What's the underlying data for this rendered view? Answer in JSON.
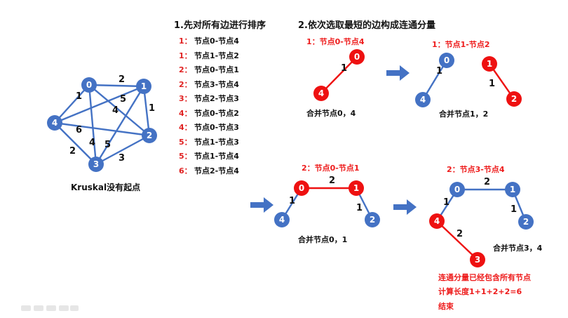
{
  "colors": {
    "blue": "#4472c4",
    "red": "#ee1111",
    "text": "#111111"
  },
  "main_graph": {
    "caption": "Kruskal没有起点",
    "nodes": [
      "0",
      "1",
      "2",
      "3",
      "4"
    ],
    "edge_weights": [
      "2",
      "1",
      "5",
      "4",
      "1",
      "6",
      "4",
      "5",
      "2",
      "3"
    ]
  },
  "step1": {
    "title": "1.先对所有边进行排序",
    "edges": [
      {
        "w": "1：",
        "pair": "节点0-节点4"
      },
      {
        "w": "1：",
        "pair": "节点1-节点2"
      },
      {
        "w": "2：",
        "pair": "节点0-节点1"
      },
      {
        "w": "2：",
        "pair": "节点3-节点4"
      },
      {
        "w": "3：",
        "pair": "节点2-节点3"
      },
      {
        "w": "4：",
        "pair": "节点0-节点2"
      },
      {
        "w": "4：",
        "pair": "节点0-节点3"
      },
      {
        "w": "5：",
        "pair": "节点1-节点3"
      },
      {
        "w": "5：",
        "pair": "节点1-节点4"
      },
      {
        "w": "6：",
        "pair": "节点2-节点4"
      }
    ]
  },
  "step2": {
    "title": "2.依次选取最短的边构成连通分量",
    "panels": [
      {
        "label": "1：节点0-节点4",
        "merge": "合并节点0，4",
        "weights": [
          "1"
        ],
        "nodes": [
          "0",
          "4"
        ]
      },
      {
        "label": "1：节点1-节点2",
        "merge": "合并节点1，2",
        "weights": [
          "1",
          "1"
        ],
        "nodes": [
          "0",
          "4",
          "1",
          "2"
        ]
      },
      {
        "label": "2：节点0-节点1",
        "merge": "合并节点0，1",
        "weights": [
          "2",
          "1",
          "1"
        ],
        "nodes": [
          "0",
          "1",
          "4",
          "2"
        ]
      },
      {
        "label": "2：节点3-节点4",
        "merge": "合并节点3，4",
        "weights": [
          "2",
          "1",
          "1",
          "2"
        ],
        "nodes": [
          "0",
          "1",
          "4",
          "2",
          "3"
        ]
      }
    ],
    "result_lines": [
      "连通分量已经包含所有节点",
      "计算长度1+1+2+2=6",
      "结束"
    ]
  }
}
